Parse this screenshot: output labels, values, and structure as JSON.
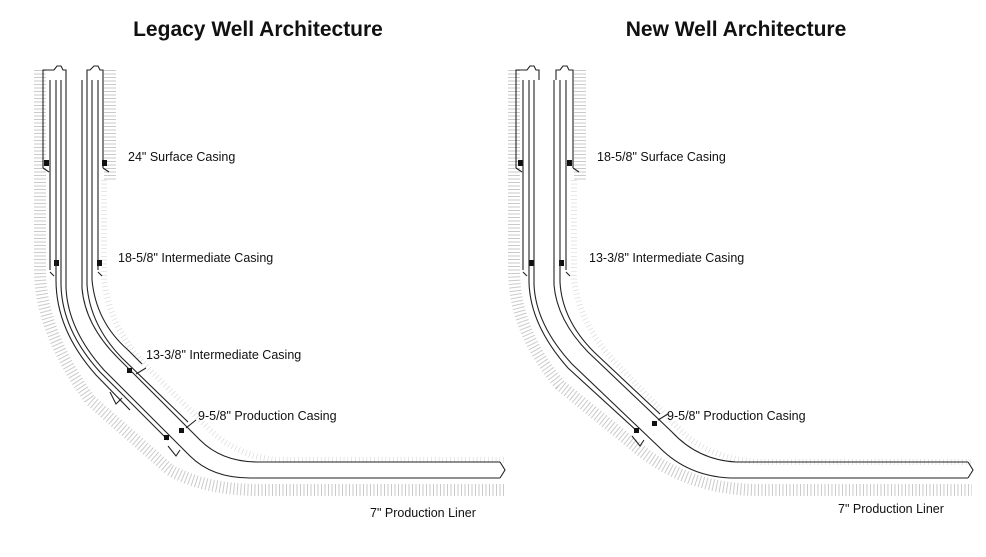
{
  "panels": [
    {
      "title": "Legacy Well Architecture",
      "labels": [
        "24\" Surface Casing",
        "18-5/8\" Intermediate Casing",
        "13-3/8\" Intermediate Casing",
        "9-5/8\" Production Casing",
        "7\" Production Liner"
      ]
    },
    {
      "title": "New Well Architecture",
      "labels": [
        "18-5/8\" Surface Casing",
        "13-3/8\" Intermediate Casing",
        "9-5/8\" Production Casing",
        "7\" Production Liner"
      ]
    }
  ]
}
